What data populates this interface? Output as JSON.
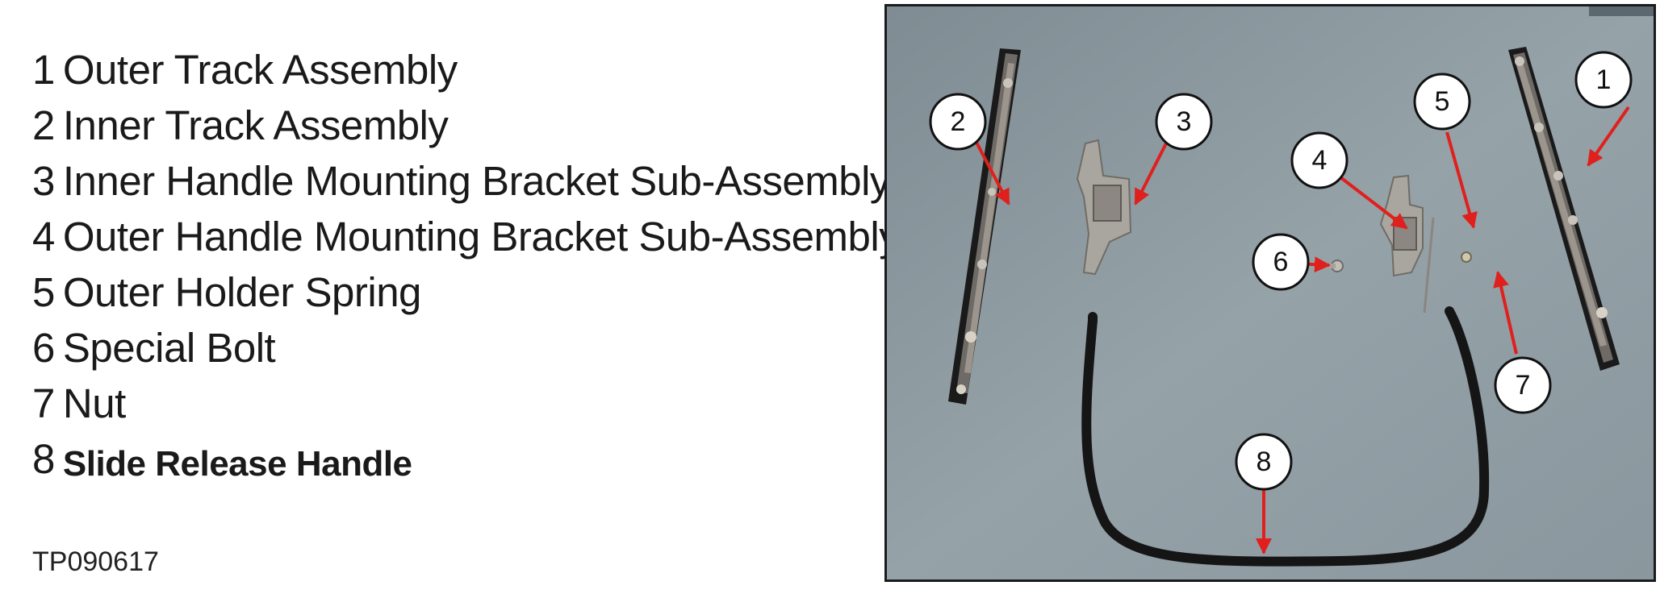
{
  "legend": [
    {
      "num": "1",
      "label": "Outer Track Assembly"
    },
    {
      "num": "2",
      "label": "Inner Track Assembly"
    },
    {
      "num": "3",
      "label": "Inner Handle Mounting Bracket Sub-Assembly"
    },
    {
      "num": "4",
      "label": "Outer Handle Mounting Bracket Sub-Assembly"
    },
    {
      "num": "5",
      "label": "Outer Holder Spring"
    },
    {
      "num": "6",
      "label": "Special Bolt"
    },
    {
      "num": "7",
      "label": "Nut"
    },
    {
      "num": "8",
      "label": "Slide Release Handle"
    }
  ],
  "figure_code": "TP090617",
  "callouts": [
    "1",
    "2",
    "3",
    "4",
    "5",
    "6",
    "7",
    "8"
  ],
  "colors": {
    "background_carpet": "#8d9aa1",
    "arrow": "#e0201c",
    "callout_fill": "#ffffff",
    "callout_stroke": "#111111"
  }
}
